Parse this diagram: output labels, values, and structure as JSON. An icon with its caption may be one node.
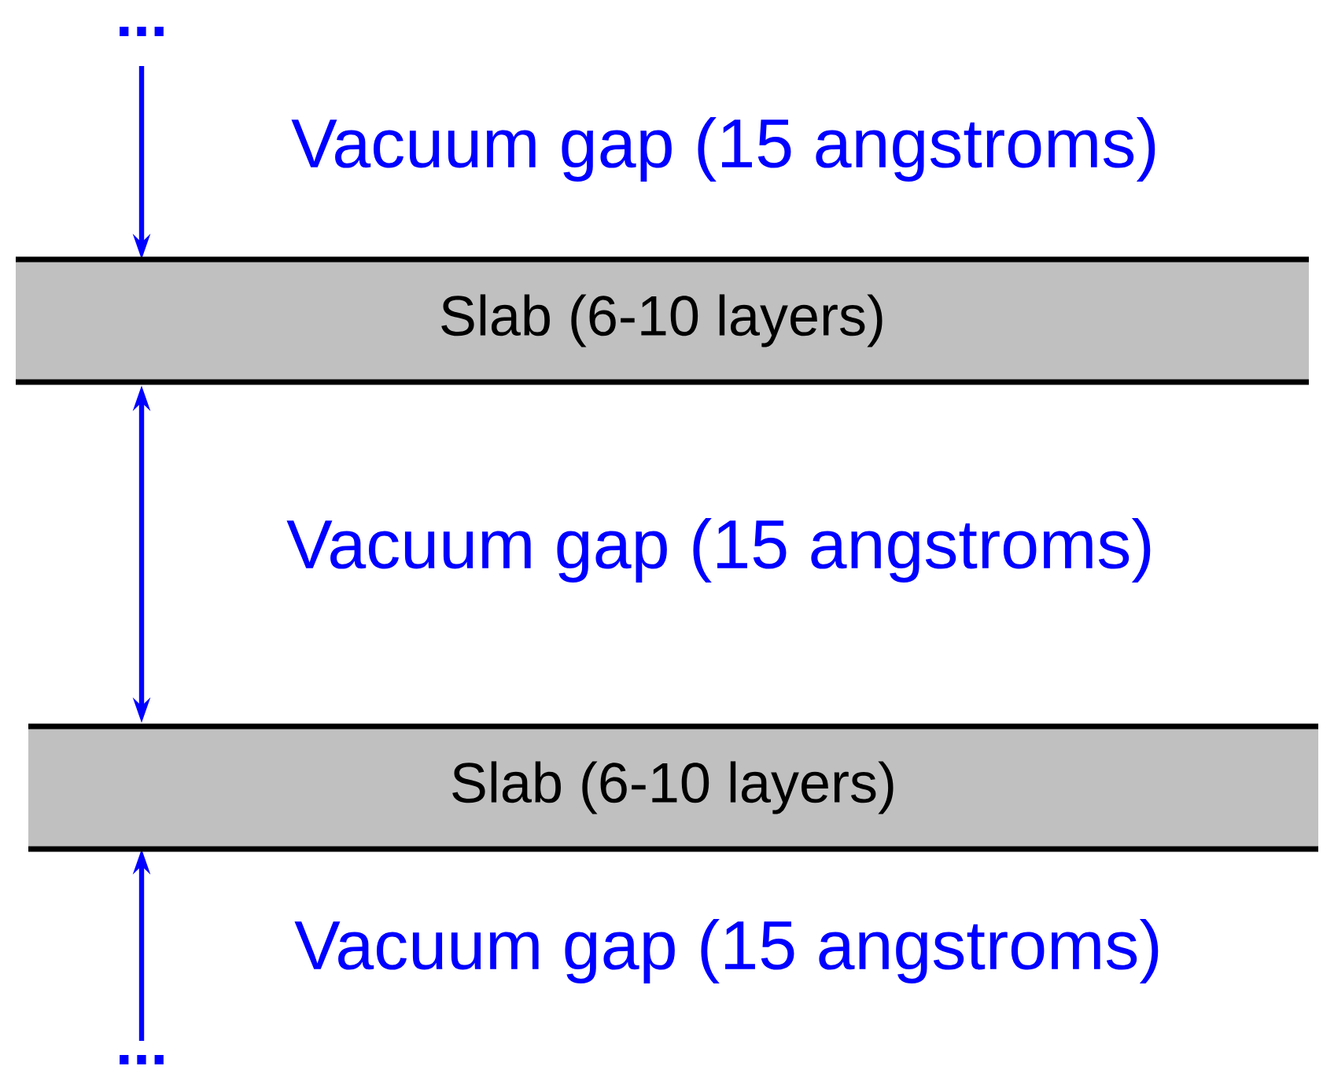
{
  "diagram": {
    "nodes": [
      {
        "text": [
          "Slab (6-10 layers)"
        ]
      },
      {
        "text": [
          "Slab (6-10 layers)"
        ]
      }
    ],
    "edges": [
      {
        "from": 0,
        "to": 1,
        "arrow": "both"
      }
    ],
    "labels": [
      "...",
      "Vacuum gap (15 angstroms)",
      "Vacuum gap (15 angstroms)",
      "Vacuum gap (15 angstroms)",
      "..."
    ]
  }
}
